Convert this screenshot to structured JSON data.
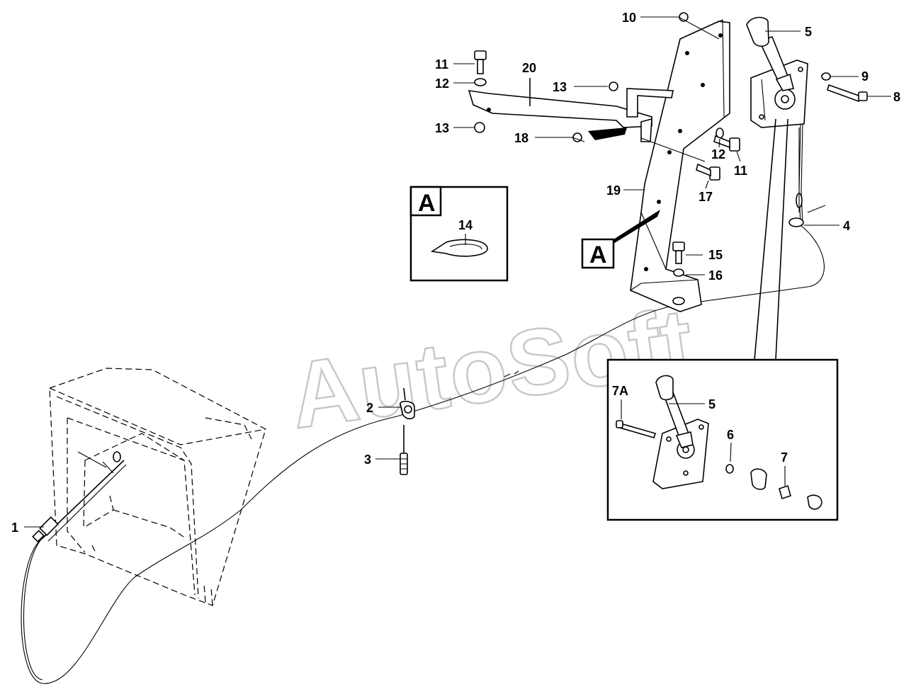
{
  "watermark": "AutoSoft",
  "detail_box_label": "A",
  "pointer_label": "A",
  "callouts": {
    "c1": "1",
    "c2": "2",
    "c3": "3",
    "c4": "4",
    "c5_main": "5",
    "c5_inset": "5",
    "c6": "6",
    "c7": "7",
    "c7A": "7A",
    "c8": "8",
    "c9": "9",
    "c10": "10",
    "c11_top": "11",
    "c11_right": "11",
    "c12_top": "12",
    "c12_right": "12",
    "c13_top": "13",
    "c13_left": "13",
    "c14": "14",
    "c15": "15",
    "c16": "16",
    "c17": "17",
    "c18": "18",
    "c19": "19",
    "c20": "20"
  }
}
